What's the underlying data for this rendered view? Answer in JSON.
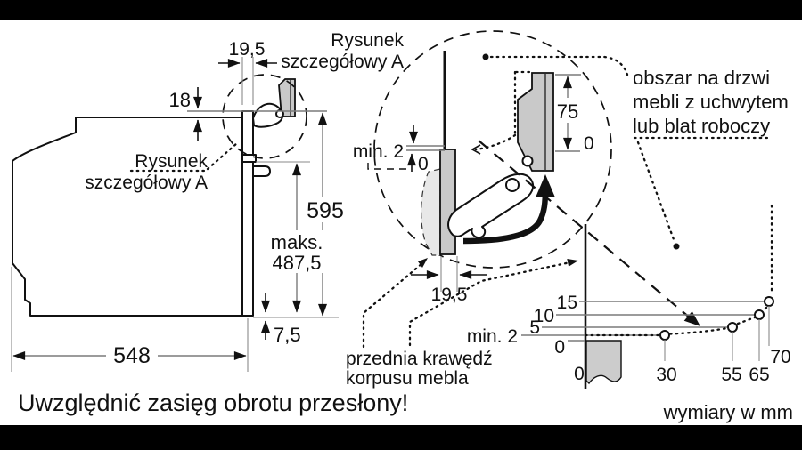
{
  "page": {
    "caption": "Uwzględnić zasięg obrotu przesłony!",
    "units_label": "wymiary w mm"
  },
  "side_view": {
    "detail_ref_line1": "Rysunek",
    "detail_ref_line2": "szczegółowy A",
    "dim_top_gap": "18",
    "dim_handle_depth": "19,5",
    "dim_height": "595",
    "dim_handle_max_line1": "maks.",
    "dim_handle_max_line2": "487,5",
    "dim_depth": "548",
    "dim_bottom_gap": "7,5"
  },
  "detail_view": {
    "title_line1": "Rysunek",
    "title_line2": "szczegółowy A",
    "dim_min_gap": "min. 2",
    "dim_zero_gap": "0",
    "dim_door_height": "75",
    "dim_zero_door": "0",
    "dim_handle_depth": "19,5",
    "door_area_note_line1": "obszar na drzwi",
    "door_area_note_line2": "mebli z uchwytem",
    "door_area_note_line3": "lub blat roboczy",
    "front_edge_label_line1": "przednia krawędź",
    "front_edge_label_line2": "korpusu mebla"
  },
  "chart_data": {
    "type": "line",
    "title": "clearance in front of furniture edge vs handle projection",
    "x": [
      0,
      30,
      55,
      65,
      70
    ],
    "y": [
      2,
      2,
      5,
      10,
      15
    ],
    "marked_points": [
      [
        30,
        2
      ],
      [
        55,
        5
      ],
      [
        65,
        10
      ],
      [
        70,
        15
      ]
    ],
    "x_tick_labels": [
      "0",
      "30",
      "55",
      "65",
      "70"
    ],
    "y_tick_labels": [
      "15",
      "10",
      "5",
      "min. 2",
      "0"
    ],
    "xlim": [
      0,
      70
    ],
    "ylim": [
      0,
      15
    ],
    "grid": "horizontal leader lines to marked points",
    "legend": "none",
    "units": "mm"
  },
  "colors": {
    "line": "#111111",
    "dimension_line": "#7a7a7a",
    "fill_gray": "#c9c9c9",
    "fill_light": "#e8e8e8",
    "letterbox": "#000000",
    "background": "#ffffff"
  }
}
